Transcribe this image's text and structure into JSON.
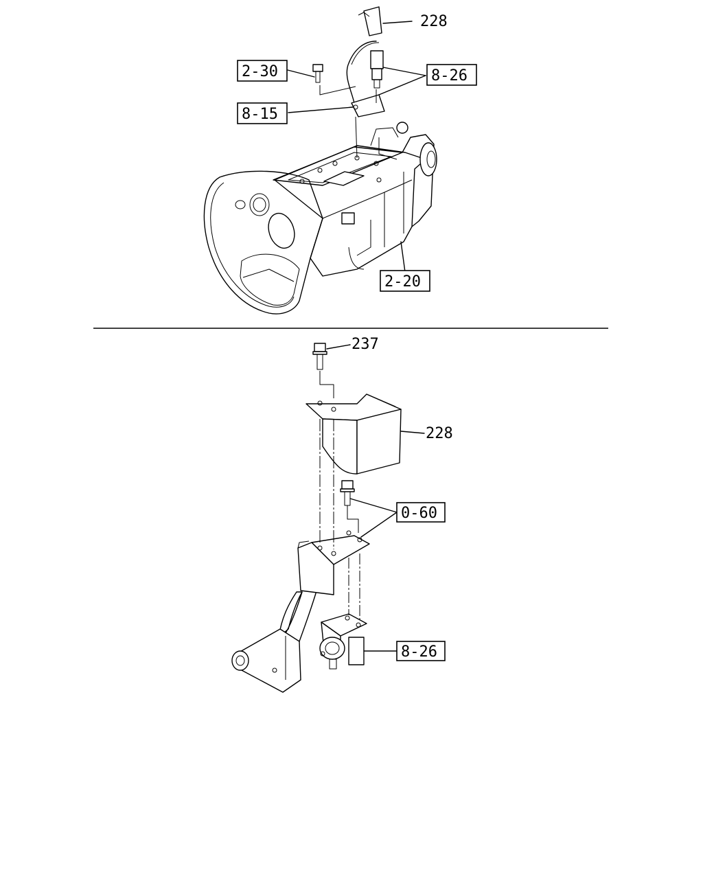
{
  "upper": {
    "part_228": "228",
    "ref_2_30": "2-30",
    "ref_8_26": "8-26",
    "ref_8_15": "8-15",
    "ref_2_20": "2-20"
  },
  "lower": {
    "part_237": "237",
    "part_228": "228",
    "ref_0_60": "0-60",
    "ref_8_26": "8-26"
  }
}
